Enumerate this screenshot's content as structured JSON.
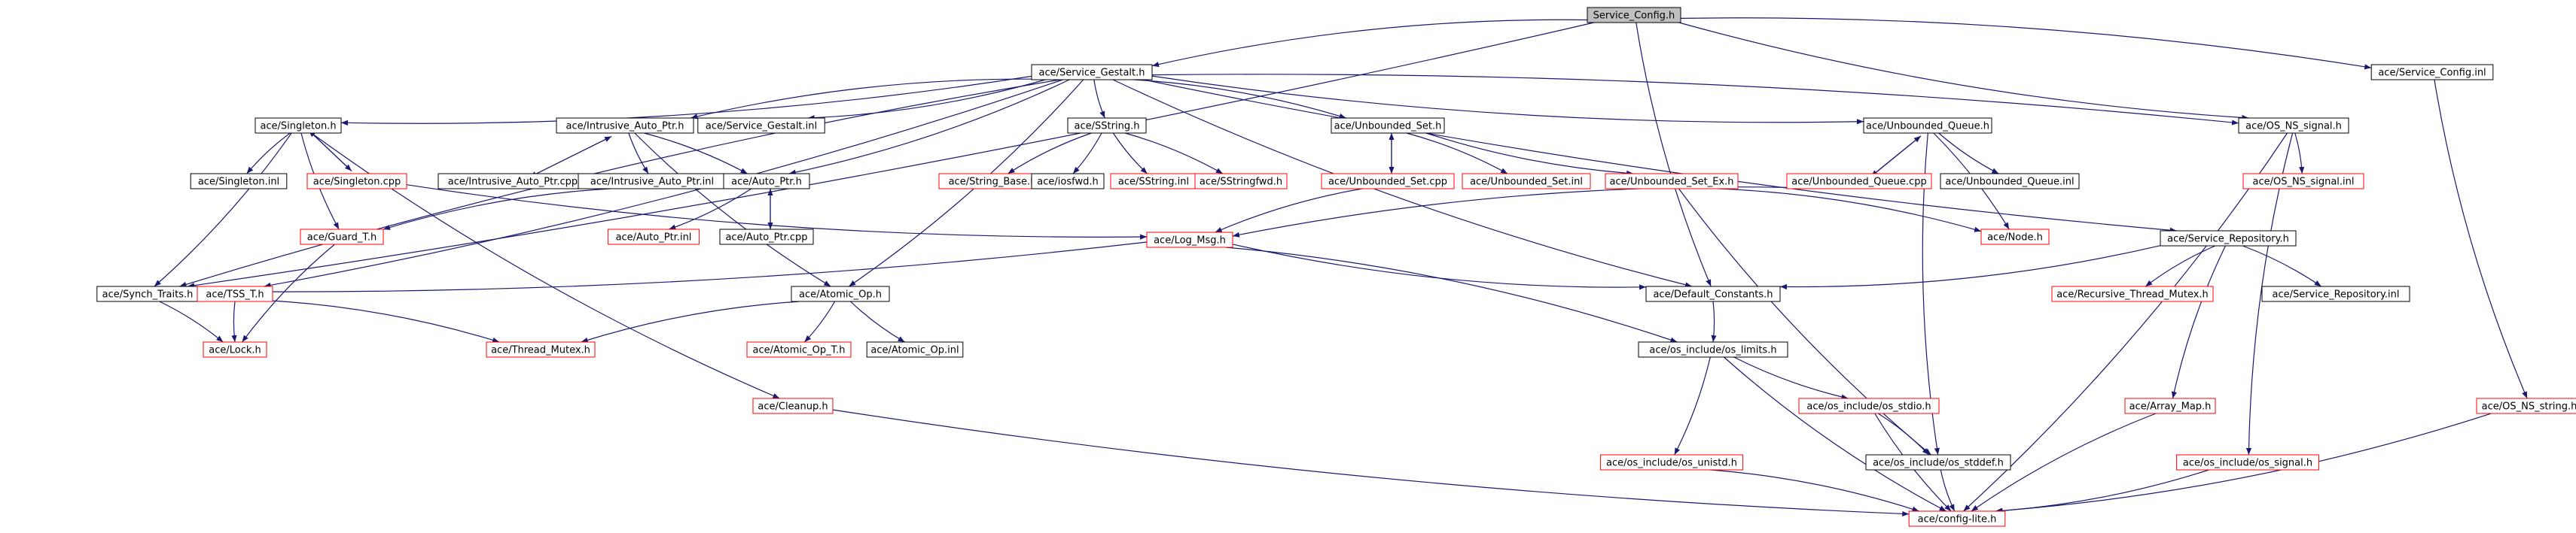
{
  "diagram": {
    "colors": {
      "edge": "#191970",
      "node_border_default": "#000000",
      "node_border_incomplete": "#ff0000",
      "root_fill": "#bfbfbf",
      "node_fill": "#ffffff"
    },
    "nodes": [
      {
        "id": "service_config_h",
        "label": "Service_Config.h",
        "style": "root"
      },
      {
        "id": "service_gestalt_h",
        "label": "ace/Service_Gestalt.h",
        "style": "normal"
      },
      {
        "id": "service_config_inl",
        "label": "ace/Service_Config.inl",
        "style": "normal"
      },
      {
        "id": "singleton_h",
        "label": "ace/Singleton.h",
        "style": "normal"
      },
      {
        "id": "intrusive_auto_ptr_h",
        "label": "ace/Intrusive_Auto_Ptr.h",
        "style": "normal"
      },
      {
        "id": "service_gestalt_inl",
        "label": "ace/Service_Gestalt.inl",
        "style": "normal"
      },
      {
        "id": "sstring_h",
        "label": "ace/SString.h",
        "style": "normal"
      },
      {
        "id": "unbounded_set_h",
        "label": "ace/Unbounded_Set.h",
        "style": "normal"
      },
      {
        "id": "unbounded_queue_h",
        "label": "ace/Unbounded_Queue.h",
        "style": "normal"
      },
      {
        "id": "os_ns_signal_h",
        "label": "ace/OS_NS_signal.h",
        "style": "normal"
      },
      {
        "id": "singleton_inl",
        "label": "ace/Singleton.inl",
        "style": "normal"
      },
      {
        "id": "singleton_cpp",
        "label": "ace/Singleton.cpp",
        "style": "red"
      },
      {
        "id": "intrusive_auto_ptr_cpp",
        "label": "ace/Intrusive_Auto_Ptr.cpp",
        "style": "normal"
      },
      {
        "id": "intrusive_auto_ptr_inl",
        "label": "ace/Intrusive_Auto_Ptr.inl",
        "style": "normal"
      },
      {
        "id": "auto_ptr_h",
        "label": "ace/Auto_Ptr.h",
        "style": "normal"
      },
      {
        "id": "string_base_h",
        "label": "ace/String_Base.h",
        "style": "red"
      },
      {
        "id": "iosfwd_h",
        "label": "ace/iosfwd.h",
        "style": "normal"
      },
      {
        "id": "sstring_inl",
        "label": "ace/SString.inl",
        "style": "red"
      },
      {
        "id": "sstringfwd_h",
        "label": "ace/SStringfwd.h",
        "style": "red"
      },
      {
        "id": "unbounded_set_cpp",
        "label": "ace/Unbounded_Set.cpp",
        "style": "red"
      },
      {
        "id": "unbounded_set_inl",
        "label": "ace/Unbounded_Set.inl",
        "style": "red"
      },
      {
        "id": "unbounded_set_ex_h",
        "label": "ace/Unbounded_Set_Ex.h",
        "style": "red"
      },
      {
        "id": "unbounded_queue_cpp",
        "label": "ace/Unbounded_Queue.cpp",
        "style": "red"
      },
      {
        "id": "unbounded_queue_inl",
        "label": "ace/Unbounded_Queue.inl",
        "style": "normal"
      },
      {
        "id": "os_ns_signal_inl",
        "label": "ace/OS_NS_signal.inl",
        "style": "red"
      },
      {
        "id": "service_config_inl2",
        "label": "ace/Service_Config.inl",
        "style": "hidden"
      },
      {
        "id": "guard_t_h",
        "label": "ace/Guard_T.h",
        "style": "red"
      },
      {
        "id": "auto_ptr_inl",
        "label": "ace/Auto_Ptr.inl",
        "style": "red"
      },
      {
        "id": "auto_ptr_cpp",
        "label": "ace/Auto_Ptr.cpp",
        "style": "normal"
      },
      {
        "id": "log_msg_h",
        "label": "ace/Log_Msg.h",
        "style": "red"
      },
      {
        "id": "node_h",
        "label": "ace/Node.h",
        "style": "red"
      },
      {
        "id": "service_repository_h",
        "label": "ace/Service_Repository.h",
        "style": "normal"
      },
      {
        "id": "synch_traits_h",
        "label": "ace/Synch_Traits.h",
        "style": "normal"
      },
      {
        "id": "tss_t_h",
        "label": "ace/TSS_T.h",
        "style": "red"
      },
      {
        "id": "atomic_op_h",
        "label": "ace/Atomic_Op.h",
        "style": "normal"
      },
      {
        "id": "default_constants_h",
        "label": "ace/Default_Constants.h",
        "style": "normal"
      },
      {
        "id": "recursive_thread_mutex_h",
        "label": "ace/Recursive_Thread_Mutex.h",
        "style": "red"
      },
      {
        "id": "service_repository_inl",
        "label": "ace/Service_Repository.inl",
        "style": "normal"
      },
      {
        "id": "lock_h",
        "label": "ace/Lock.h",
        "style": "red"
      },
      {
        "id": "thread_mutex_h",
        "label": "ace/Thread_Mutex.h",
        "style": "red"
      },
      {
        "id": "atomic_op_t_h",
        "label": "ace/Atomic_Op_T.h",
        "style": "red"
      },
      {
        "id": "atomic_op_inl",
        "label": "ace/Atomic_Op.inl",
        "style": "normal"
      },
      {
        "id": "os_limits_h",
        "label": "ace/os_include/os_limits.h",
        "style": "normal"
      },
      {
        "id": "cleanup_h",
        "label": "ace/Cleanup.h",
        "style": "red"
      },
      {
        "id": "os_stdio_h",
        "label": "ace/os_include/os_stdio.h",
        "style": "red"
      },
      {
        "id": "array_map_h",
        "label": "ace/Array_Map.h",
        "style": "red"
      },
      {
        "id": "os_ns_string_h",
        "label": "ace/OS_NS_string.h",
        "style": "red"
      },
      {
        "id": "os_unistd_h",
        "label": "ace/os_include/os_unistd.h",
        "style": "red"
      },
      {
        "id": "os_stddef_h",
        "label": "ace/os_include/os_stddef.h",
        "style": "normal"
      },
      {
        "id": "os_signal_h",
        "label": "ace/os_include/os_signal.h",
        "style": "red"
      },
      {
        "id": "config_lite_h",
        "label": "ace/config-lite.h",
        "style": "red"
      }
    ],
    "edges": [
      [
        "service_config_h",
        "service_gestalt_h"
      ],
      [
        "service_config_h",
        "service_config_inl"
      ],
      [
        "service_config_h",
        "os_ns_signal_h"
      ],
      [
        "service_config_h",
        "synch_traits_h"
      ],
      [
        "service_config_h",
        "default_constants_h"
      ],
      [
        "service_gestalt_h",
        "singleton_h"
      ],
      [
        "service_gestalt_h",
        "intrusive_auto_ptr_h"
      ],
      [
        "service_gestalt_h",
        "service_gestalt_inl"
      ],
      [
        "service_gestalt_h",
        "sstring_h"
      ],
      [
        "service_gestalt_h",
        "unbounded_set_h"
      ],
      [
        "service_gestalt_h",
        "unbounded_queue_h"
      ],
      [
        "service_gestalt_h",
        "os_ns_signal_h"
      ],
      [
        "service_gestalt_h",
        "service_repository_h"
      ],
      [
        "service_gestalt_h",
        "auto_ptr_h"
      ],
      [
        "service_gestalt_h",
        "default_constants_h"
      ],
      [
        "service_gestalt_h",
        "atomic_op_h"
      ],
      [
        "service_gestalt_h",
        "synch_traits_h"
      ],
      [
        "service_gestalt_h",
        "tss_t_h"
      ],
      [
        "singleton_h",
        "singleton_inl"
      ],
      [
        "singleton_h",
        "singleton_cpp"
      ],
      [
        "singleton_h",
        "guard_t_h"
      ],
      [
        "singleton_h",
        "synch_traits_h"
      ],
      [
        "singleton_h",
        "cleanup_h"
      ],
      [
        "singleton_cpp",
        "singleton_h"
      ],
      [
        "singleton_cpp",
        "log_msg_h"
      ],
      [
        "intrusive_auto_ptr_h",
        "intrusive_auto_ptr_cpp"
      ],
      [
        "intrusive_auto_ptr_h",
        "intrusive_auto_ptr_inl"
      ],
      [
        "intrusive_auto_ptr_h",
        "auto_ptr_h"
      ],
      [
        "intrusive_auto_ptr_h",
        "atomic_op_h"
      ],
      [
        "intrusive_auto_ptr_cpp",
        "intrusive_auto_ptr_h"
      ],
      [
        "intrusive_auto_ptr_inl",
        "guard_t_h"
      ],
      [
        "auto_ptr_h",
        "auto_ptr_inl"
      ],
      [
        "auto_ptr_h",
        "auto_ptr_cpp"
      ],
      [
        "auto_ptr_cpp",
        "auto_ptr_h"
      ],
      [
        "sstring_h",
        "string_base_h"
      ],
      [
        "sstring_h",
        "iosfwd_h"
      ],
      [
        "sstring_h",
        "sstring_inl"
      ],
      [
        "sstring_h",
        "sstringfwd_h"
      ],
      [
        "unbounded_set_h",
        "unbounded_set_cpp"
      ],
      [
        "unbounded_set_h",
        "unbounded_set_inl"
      ],
      [
        "unbounded_set_h",
        "unbounded_set_ex_h"
      ],
      [
        "unbounded_set_cpp",
        "unbounded_set_h"
      ],
      [
        "unbounded_set_cpp",
        "log_msg_h"
      ],
      [
        "unbounded_set_ex_h",
        "node_h"
      ],
      [
        "unbounded_set_ex_h",
        "os_stddef_h"
      ],
      [
        "unbounded_queue_h",
        "unbounded_queue_cpp"
      ],
      [
        "unbounded_queue_h",
        "unbounded_queue_inl"
      ],
      [
        "unbounded_queue_h",
        "node_h"
      ],
      [
        "unbounded_queue_h",
        "os_stddef_h"
      ],
      [
        "unbounded_queue_cpp",
        "unbounded_queue_h"
      ],
      [
        "unbounded_queue_cpp",
        "log_msg_h"
      ],
      [
        "os_ns_signal_h",
        "os_ns_signal_inl"
      ],
      [
        "os_ns_signal_h",
        "os_signal_h"
      ],
      [
        "os_ns_signal_h",
        "config_lite_h"
      ],
      [
        "service_config_inl",
        "os_ns_string_h"
      ],
      [
        "log_msg_h",
        "synch_traits_h"
      ],
      [
        "log_msg_h",
        "default_constants_h"
      ],
      [
        "log_msg_h",
        "os_limits_h"
      ],
      [
        "guard_t_h",
        "lock_h"
      ],
      [
        "synch_traits_h",
        "lock_h"
      ],
      [
        "tss_t_h",
        "lock_h"
      ],
      [
        "tss_t_h",
        "thread_mutex_h"
      ],
      [
        "atomic_op_h",
        "thread_mutex_h"
      ],
      [
        "atomic_op_h",
        "atomic_op_t_h"
      ],
      [
        "atomic_op_h",
        "atomic_op_inl"
      ],
      [
        "service_repository_h",
        "default_constants_h"
      ],
      [
        "service_repository_h",
        "recursive_thread_mutex_h"
      ],
      [
        "service_repository_h",
        "service_repository_inl"
      ],
      [
        "service_repository_h",
        "array_map_h"
      ],
      [
        "default_constants_h",
        "os_limits_h"
      ],
      [
        "os_limits_h",
        "os_stdio_h"
      ],
      [
        "os_limits_h",
        "os_unistd_h"
      ],
      [
        "os_limits_h",
        "config_lite_h"
      ],
      [
        "os_stdio_h",
        "os_stddef_h"
      ],
      [
        "os_stdio_h",
        "config_lite_h"
      ],
      [
        "os_unistd_h",
        "config_lite_h"
      ],
      [
        "os_stddef_h",
        "config_lite_h"
      ],
      [
        "os_signal_h",
        "config_lite_h"
      ],
      [
        "array_map_h",
        "config_lite_h"
      ],
      [
        "os_ns_string_h",
        "config_lite_h"
      ],
      [
        "cleanup_h",
        "config_lite_h"
      ]
    ]
  }
}
